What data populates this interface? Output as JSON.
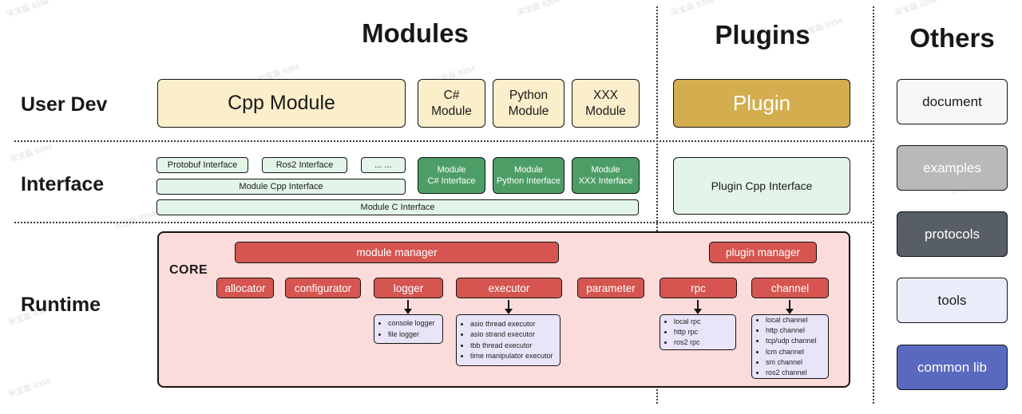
{
  "watermark": {
    "text": "宋宝磊 9394"
  },
  "titles": {
    "modules": "Modules",
    "plugins": "Plugins",
    "others": "Others"
  },
  "row_labels": {
    "user_dev": "User Dev",
    "interface": "Interface",
    "runtime": "Runtime"
  },
  "user_dev": {
    "cpp_module": "Cpp Module",
    "csharp_module": "C# Module",
    "python_module": "Python Module",
    "xxx_module": "XXX Module",
    "plugin": "Plugin"
  },
  "interface": {
    "protobuf_interface": "Protobuf Interface",
    "ros2_interface": "Ros2 Interface",
    "ellipsis": "... ...",
    "module_cpp_interface": "Module Cpp Interface",
    "module_c_interface": "Module C Interface",
    "module_csharp_interface": {
      "l1": "Module",
      "l2": "C# Interface"
    },
    "module_python_interface": {
      "l1": "Module",
      "l2": "Python Interface"
    },
    "module_xxx_interface": {
      "l1": "Module",
      "l2": "XXX Interface"
    },
    "plugin_cpp_interface": "Plugin Cpp Interface"
  },
  "runtime": {
    "core_label": "CORE",
    "module_manager": "module manager",
    "plugin_manager": "plugin manager",
    "components": [
      "allocator",
      "configurator",
      "logger",
      "executor",
      "parameter",
      "rpc",
      "channel"
    ],
    "logger_items": [
      "console logger",
      "file logger"
    ],
    "executor_items": [
      "asio thread executor",
      "asio strand executor",
      "tbb thread executor",
      "time manipulator executor"
    ],
    "rpc_items": [
      "local rpc",
      "http rpc",
      "ros2 rpc"
    ],
    "channel_items": [
      "local channel",
      "http channel",
      "tcp/udp channel",
      "lcm channel",
      "sm channel",
      "ros2 channel"
    ]
  },
  "others": {
    "items": [
      "document",
      "examples",
      "protocols",
      "tools",
      "common lib"
    ]
  },
  "colors": {
    "cream": "#fbeecb",
    "gold": "#d4ae4e",
    "mint": "#e3f5e9",
    "green": "#4d9e66",
    "pink": "#fcdcda",
    "red": "#d65551",
    "lavender": "#e9e4f8",
    "others_document": "#f7f7f7",
    "others_examples": "#b9b9b9",
    "others_protocols": "#585e66",
    "others_tools": "#eaedf9",
    "others_common_lib": "#5a69c0"
  }
}
